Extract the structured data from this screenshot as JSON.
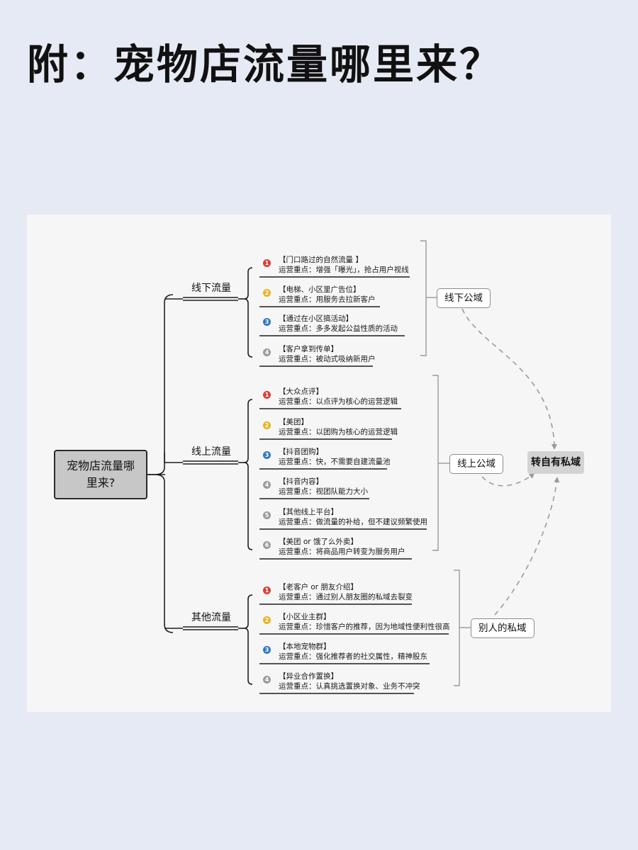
{
  "page": {
    "title": "附：宠物店流量哪里来？"
  },
  "mindmap": {
    "root": "宠物店流量哪里来?",
    "target": "转自有私域",
    "colors": {
      "red": "#d84036",
      "yellow": "#e8b320",
      "blue": "#2f78c4",
      "gray": "#9b9b9b"
    },
    "branches": [
      {
        "label": "线下流量",
        "domain": "线下公域",
        "items": [
          {
            "num": "1",
            "color": "red",
            "title": "【门口路过的自然流量 】",
            "desc": "运营重点：增强「曝光」，抢占用户视线"
          },
          {
            "num": "2",
            "color": "yellow",
            "title": "【电梯、小区里广告位】",
            "desc": "运营重点：用服务去拉新客户"
          },
          {
            "num": "3",
            "color": "blue",
            "title": "【通过在小区搞活动】",
            "desc": "运营重点：多多发起公益性质的活动"
          },
          {
            "num": "4",
            "color": "gray",
            "title": "【客户拿到传单】",
            "desc": "运营重点：被动式吸纳新用户"
          }
        ]
      },
      {
        "label": "线上流量",
        "domain": "线上公域",
        "items": [
          {
            "num": "1",
            "color": "red",
            "title": "【大众点评】",
            "desc": "运营重点：以点评为核心的运营逻辑"
          },
          {
            "num": "2",
            "color": "yellow",
            "title": "【美团】",
            "desc": "运营重点：以团购为核心的运营逻辑"
          },
          {
            "num": "3",
            "color": "blue",
            "title": "【抖音团购】",
            "desc": "运营重点：快，不需要自建流量池"
          },
          {
            "num": "4",
            "color": "gray",
            "title": "【抖音内容】",
            "desc": "运营重点：视团队能力大小"
          },
          {
            "num": "5",
            "color": "gray",
            "title": "【其他线上平台】",
            "desc": "运营重点：做流量的补给，但不建议频繁使用"
          },
          {
            "num": "6",
            "color": "gray",
            "title": "【美团 or 饿了么外卖】",
            "desc": "运营重点：将商品用户转变为服务用户"
          }
        ]
      },
      {
        "label": "其他流量",
        "domain": "别人的私域",
        "items": [
          {
            "num": "1",
            "color": "red",
            "title": "【老客户 or 朋友介绍】",
            "desc": "运营重点：通过别人朋友圈的私域去裂变"
          },
          {
            "num": "2",
            "color": "yellow",
            "title": "【小区业主群】",
            "desc": "运营重点：珍惜客户的推荐，因为地域性便利性很高"
          },
          {
            "num": "3",
            "color": "blue",
            "title": "【本地宠物群】",
            "desc": "运营重点：强化推荐者的社交属性，精神股东"
          },
          {
            "num": "4",
            "color": "gray",
            "title": "【异业合作置换】",
            "desc": "运营重点：认真挑选置换对象、业务不冲突"
          }
        ]
      }
    ]
  }
}
